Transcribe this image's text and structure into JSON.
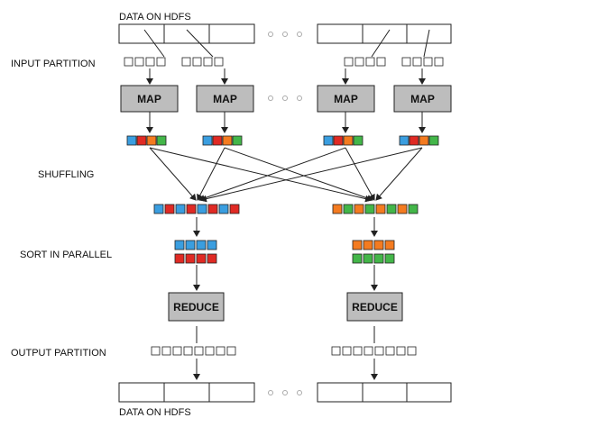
{
  "labels": {
    "data_on_hdfs_top": "DATA ON HDFS",
    "input_partition": "INPUT PARTITION",
    "shuffling": "SHUFFLING",
    "sort_in_parallel": "SORT IN PARALLEL",
    "output_partition": "OUTPUT PARTITION",
    "data_on_hdfs_bottom": "DATA ON HDFS"
  },
  "map_label": "MAP",
  "reduce_label": "REDUCE",
  "colors": {
    "blue": "#3a9ee0",
    "red": "#e02a24",
    "orange": "#f47b20",
    "green": "#43b649",
    "box_fill": "#bdbdbd",
    "ellipsis_dot": "#b0b0b0"
  },
  "map_outputs": [
    [
      "blue",
      "red",
      "orange",
      "green"
    ],
    [
      "blue",
      "red",
      "orange",
      "green"
    ],
    [
      "blue",
      "red",
      "orange",
      "green"
    ],
    [
      "blue",
      "red",
      "orange",
      "green"
    ]
  ],
  "shuffled": [
    [
      "blue",
      "red",
      "blue",
      "red",
      "blue",
      "red",
      "blue",
      "red"
    ],
    [
      "orange",
      "green",
      "orange",
      "green",
      "orange",
      "green",
      "orange",
      "green"
    ]
  ],
  "sorted": [
    [
      [
        "blue",
        "blue",
        "blue",
        "blue"
      ],
      [
        "red",
        "red",
        "red",
        "red"
      ]
    ],
    [
      [
        "orange",
        "orange",
        "orange",
        "orange"
      ],
      [
        "green",
        "green",
        "green",
        "green"
      ]
    ]
  ]
}
